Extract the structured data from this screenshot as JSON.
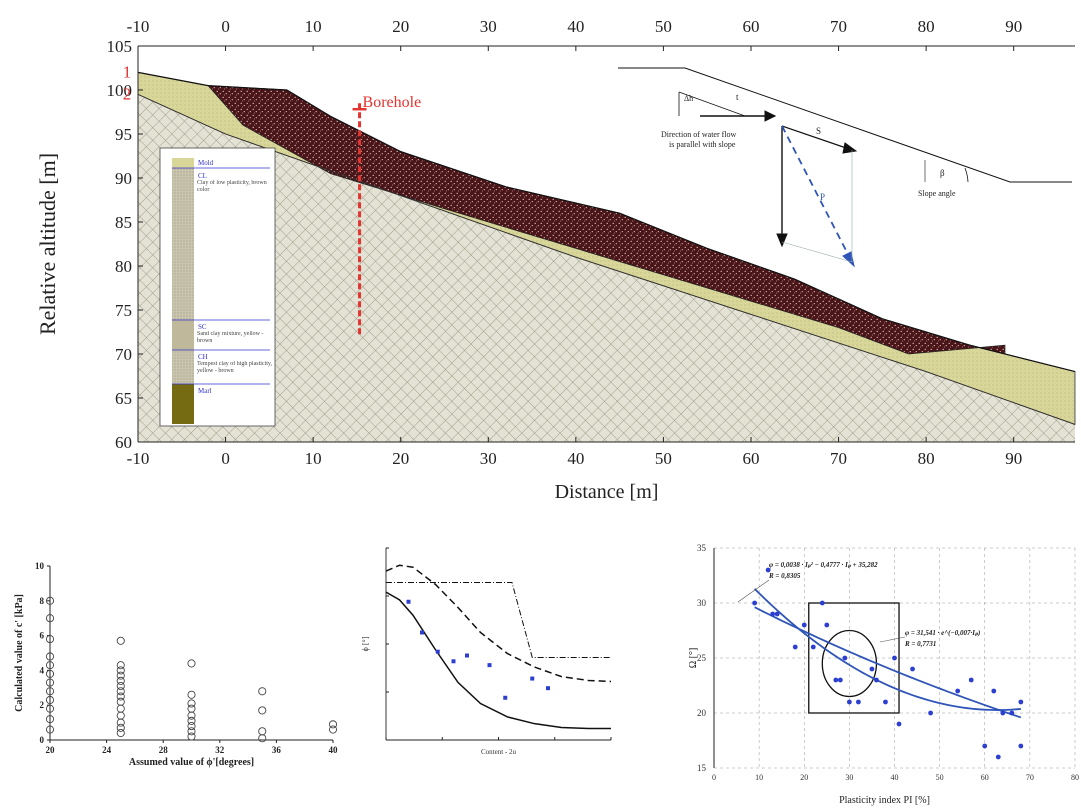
{
  "colors": {
    "clay_brown": "#4a1519",
    "clay_speck": "#d9b8b0",
    "soil_gray": "#e4e2d4",
    "soil_hatch": "#8f8f7a",
    "topsoil": "#d9d69a",
    "marl": "#756b12",
    "borehole_red": "#e3342f",
    "fit_blue": "#2f55b8",
    "point_blue": "#2c3fd0"
  },
  "chart_data": [
    {
      "type": "area",
      "xlabel": "Distance [m]",
      "ylabel": "Relative altitude [m]",
      "xlim": [
        -10,
        97
      ],
      "ylim": [
        60,
        105
      ],
      "xticks": [
        -10,
        0,
        10,
        20,
        30,
        40,
        50,
        60,
        70,
        80,
        90
      ],
      "yticks": [
        60,
        65,
        70,
        75,
        80,
        85,
        90,
        95,
        100,
        105
      ],
      "grid": false,
      "layer_labels": [
        "1",
        "2"
      ],
      "surface": {
        "x": [
          -10,
          -2,
          7,
          12,
          20,
          32,
          45,
          55,
          65,
          75,
          85,
          97
        ],
        "y": [
          102,
          100.5,
          100,
          97,
          93,
          89,
          86,
          82,
          78.5,
          74,
          71,
          68
        ]
      },
      "clay_base": {
        "x": [
          -2,
          2,
          12,
          25,
          40,
          55,
          70,
          78,
          89
        ],
        "y": [
          100.5,
          96,
          90.5,
          86.5,
          82,
          77.5,
          73,
          70,
          71
        ]
      },
      "bedrock": {
        "x": [
          -10,
          0,
          20,
          40,
          60,
          80,
          97
        ],
        "y": [
          99.5,
          95,
          88,
          81,
          74.5,
          68,
          62
        ]
      },
      "borehole": {
        "label": "Borehole",
        "x": 15.3,
        "y_top": 98.5,
        "y_bottom": 72
      },
      "inset_schema": {
        "labels": [
          "Δh",
          "Direction of water flow",
          "is parallel with slope",
          "Slope angle",
          "t",
          "S",
          "P",
          "β"
        ]
      },
      "log": {
        "entries": [
          {
            "code": "Mold",
            "description": ""
          },
          {
            "code": "CL",
            "description": "Clay of low plasticity, brown color"
          },
          {
            "code": "SC",
            "description": "Sand clay mixture, yellow - brown"
          },
          {
            "code": "CH",
            "description": "Tempest clay of high plasticity, yellow - brown"
          },
          {
            "code": "Marl",
            "description": ""
          }
        ]
      }
    },
    {
      "type": "scatter",
      "xlabel": "Assumed value of ϕ'[degrees]",
      "ylabel": "Calculated value of c' [kPa]",
      "xlim": [
        20,
        40
      ],
      "ylim": [
        0,
        10
      ],
      "xticks": [
        20,
        24,
        28,
        32,
        36,
        40
      ],
      "yticks": [
        0,
        2,
        4,
        6,
        8,
        10
      ],
      "series": [
        {
          "x": 20,
          "values": [
            0.6,
            1.2,
            1.8,
            2.3,
            2.8,
            3.3,
            3.8,
            4.3,
            4.8,
            5.8,
            7.0,
            8.0
          ]
        },
        {
          "x": 25,
          "values": [
            0.4,
            0.7,
            1.0,
            1.4,
            1.8,
            2.2,
            2.5,
            2.8,
            3.1,
            3.4,
            3.7,
            4.0,
            4.3,
            5.7
          ]
        },
        {
          "x": 30,
          "values": [
            0.2,
            0.5,
            0.8,
            1.1,
            1.4,
            1.8,
            2.1,
            2.6,
            4.4
          ]
        },
        {
          "x": 35,
          "values": [
            0.1,
            0.5,
            1.7,
            2.8
          ]
        },
        {
          "x": 40,
          "values": [
            0.6,
            0.9
          ]
        }
      ]
    },
    {
      "type": "line",
      "xlabel": "Content - 2u",
      "ylabel": "ϕ [°]",
      "xlim": [
        0,
        10
      ],
      "ylim": [
        0,
        10
      ],
      "upper_curve": {
        "x": [
          0,
          0.6,
          1.2,
          2.2,
          3.2,
          4.2,
          5.4,
          6.6,
          7.8,
          9.0,
          10
        ],
        "y": [
          8.8,
          9.1,
          9.0,
          8.1,
          6.9,
          5.6,
          4.5,
          3.8,
          3.3,
          3.1,
          3.05
        ]
      },
      "lower_curve": {
        "x": [
          0,
          0.6,
          1.2,
          2.2,
          3.2,
          4.2,
          5.4,
          6.6,
          7.8,
          9.0,
          10
        ],
        "y": [
          7.7,
          7.3,
          6.5,
          4.7,
          3.0,
          1.9,
          1.2,
          0.85,
          0.65,
          0.6,
          0.6
        ]
      },
      "step_curve": {
        "x": [
          0,
          5.6,
          6.5,
          10
        ],
        "y": [
          8.2,
          8.2,
          4.3,
          4.3
        ]
      },
      "points": {
        "x": [
          1.0,
          1.6,
          2.3,
          3.0,
          3.6,
          4.6,
          5.3,
          6.5,
          7.2
        ],
        "y": [
          7.2,
          5.6,
          4.6,
          4.1,
          4.4,
          3.9,
          2.2,
          3.2,
          2.7
        ]
      }
    },
    {
      "type": "scatter",
      "xlabel": "Plasticity index PI [%]",
      "ylabel": "Ω [°]",
      "xlim": [
        0,
        80
      ],
      "ylim": [
        15,
        35
      ],
      "xticks": [
        0,
        10,
        20,
        30,
        40,
        50,
        60,
        70,
        80
      ],
      "yticks": [
        15,
        20,
        25,
        30,
        35
      ],
      "grid": true,
      "annotations": [
        "φ = 0,0038 · Iₚ² − 0,4777 · Iₚ + 35,282",
        "R = 0,8305",
        "φ = 31,541 · e^(−0,007·Iₚ)",
        "R = 0,7731"
      ],
      "series": [
        {
          "x": [
            9,
            12,
            13,
            14,
            18,
            20,
            22,
            24,
            25,
            27,
            28,
            29,
            30,
            32,
            35,
            36,
            38,
            40,
            41,
            44,
            48,
            54,
            57,
            60,
            62,
            63,
            64,
            66,
            68,
            68
          ],
          "values": [
            30,
            33,
            29,
            29,
            26,
            28,
            26,
            30,
            28,
            23,
            23,
            25,
            21,
            21,
            24,
            23,
            21,
            25,
            19,
            24,
            20,
            22,
            23,
            17,
            22,
            16,
            20,
            20,
            21,
            17
          ]
        }
      ],
      "fits": [
        {
          "type": "polynomial",
          "x_range": [
            9,
            68
          ],
          "coefficients": [
            0.0038,
            -0.4777,
            35.282
          ]
        },
        {
          "type": "exponential",
          "x_range": [
            9,
            68
          ],
          "a": 31.541,
          "b": -0.007
        }
      ],
      "rectangle": {
        "x": [
          21,
          41
        ],
        "y": [
          20,
          30
        ]
      },
      "ellipse": {
        "cx": 30,
        "cy": 24.5,
        "rx": 6,
        "ry": 3
      }
    }
  ]
}
